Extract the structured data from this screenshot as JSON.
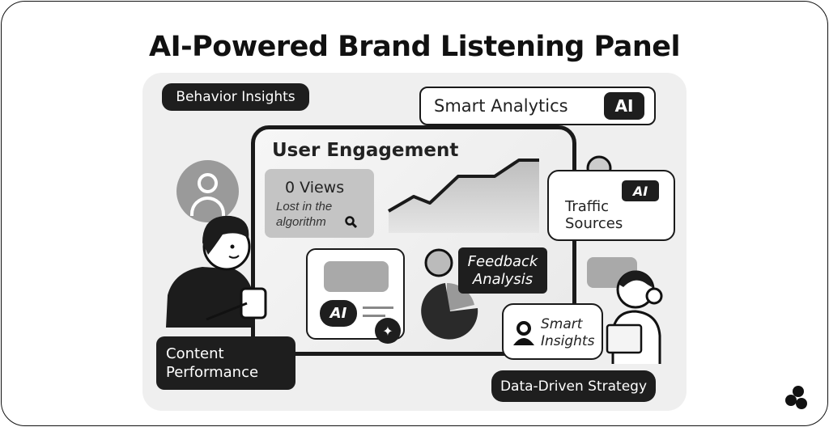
{
  "title": "AI-Powered Brand Listening Panel",
  "labels": {
    "behavior_insights": "Behavior Insights",
    "smart_analytics": "Smart Analytics",
    "ai": "AI",
    "user_engagement": "User Engagement",
    "views": "0 Views",
    "lost_line1": "Lost in the",
    "lost_line2": "algorithm",
    "traffic_line1": "Traffic",
    "traffic_line2": "Sources",
    "feedback_line1": "Feedback",
    "feedback_line2": "Analysis",
    "smart_insights_line1": "Smart",
    "smart_insights_line2": "Insights",
    "content_line1": "Content",
    "content_line2": "Performance",
    "data_driven": "Data-Driven Strategy"
  }
}
